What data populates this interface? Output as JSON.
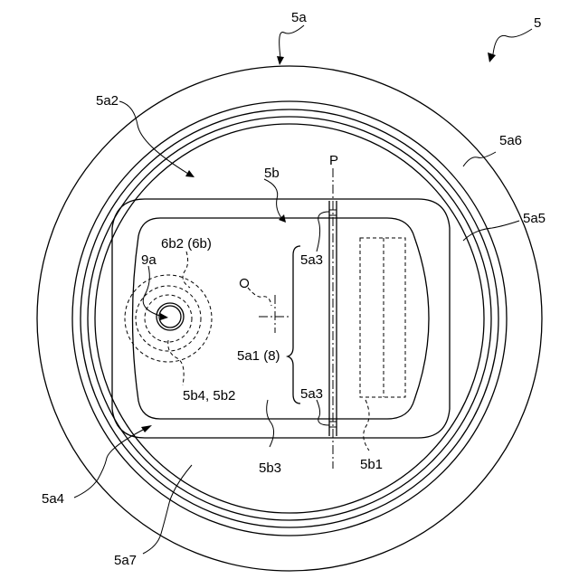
{
  "diagram": {
    "labels": {
      "fig_ref": "5",
      "outer_ring": "5a",
      "inner_face": "5a2",
      "plate": "5b",
      "axis_p": "P",
      "rim": "5a6",
      "ring_edge": "5a5",
      "hole_label": "9a",
      "boss_label": "6b2 (6b)",
      "small_circle": "O",
      "bracket_top": "5a3",
      "bracket_mid": "5a1 (8)",
      "bracket_bottom": "5a3",
      "boss_sub": "5b4, 5b2",
      "plate_face": "5b3",
      "slot": "5b1",
      "lower_ring": "5a4",
      "lower_face": "5a7"
    }
  }
}
